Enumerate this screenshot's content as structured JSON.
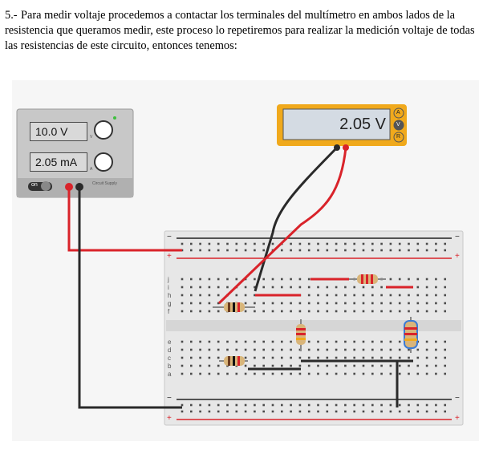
{
  "instruction": {
    "number": "5.-",
    "text": "Para medir voltaje procedemos a contactar los terminales del multímetro en ambos lados de la resistencia que queramos medir, este proceso lo repetiremos para realizar la medición voltaje de todas las resistencias de este circuito, entonces tenemos:"
  },
  "power_supply": {
    "voltage_display": "10.0 V",
    "current_display": "2.05 mA",
    "power_button_label": "on",
    "brand": "Circuit Supply",
    "knob_labels": [
      "V",
      "A"
    ]
  },
  "multimeter": {
    "display": "2.05 V",
    "mode_buttons": [
      "A",
      "V",
      "R"
    ],
    "active_mode": "V"
  },
  "breadboard": {
    "row_letters_top": [
      "j",
      "i",
      "h",
      "g",
      "f"
    ],
    "row_letters_bottom": [
      "e",
      "d",
      "c",
      "b",
      "a"
    ],
    "rail_plus": "+",
    "rail_minus": "−",
    "column_count": 30
  },
  "colors": {
    "wire_red": "#d9232a",
    "wire_black": "#2a2a2a",
    "multimeter_body": "#f0a91c",
    "screen": "#d4dbe3"
  }
}
